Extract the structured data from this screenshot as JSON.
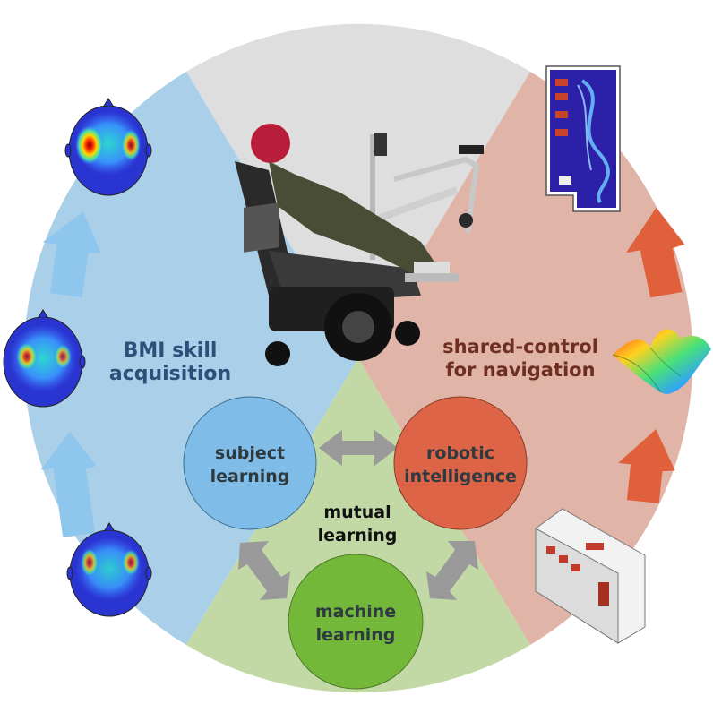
{
  "labels": {
    "bmi_line1": "BMI skill",
    "bmi_line2": "acquisition",
    "shared_line1": "shared-control",
    "shared_line2": "for navigation",
    "subject_line1": "subject",
    "subject_line2": "learning",
    "robotic_line1": "robotic",
    "robotic_line2": "intelligence",
    "machine_line1": "machine",
    "machine_line2": "learning",
    "mutual_line1": "mutual",
    "mutual_line2": "learning"
  },
  "colors": {
    "sector_top": "#dedede",
    "sector_left": "#a9cfe9",
    "sector_right": "#e0b4a6",
    "sector_bottom": "#c2d9a6",
    "subject_circle": "#7fbde8",
    "robotic_circle": "#dd6446",
    "machine_circle": "#74b83a",
    "bmi_text": "#2f4f7a",
    "shared_text": "#6e2f22",
    "circle_text": "#2d3a40",
    "mutual_text": "#111111",
    "blue_arrow": "#8ec6ee",
    "orange_arrow": "#e0603c",
    "gray_arrow": "#9a9a9a"
  }
}
